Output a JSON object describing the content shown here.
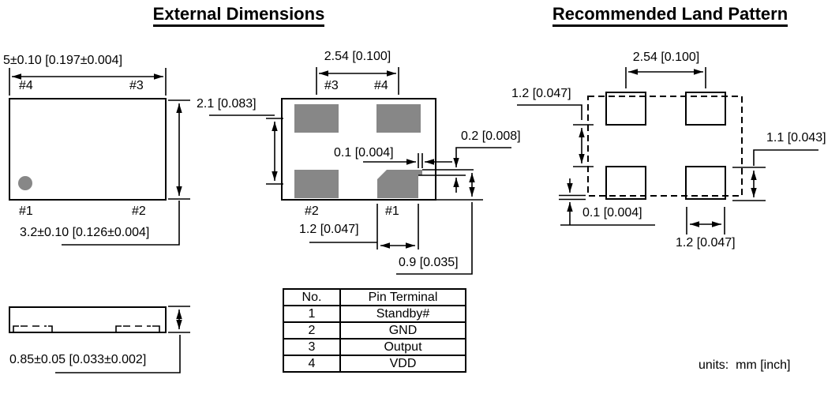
{
  "titles": {
    "external": "External Dimensions",
    "land_pattern": "Recommended Land Pattern"
  },
  "top_view": {
    "body_width": "5±0.10 [0.197±0.004]",
    "body_height": "3.2±0.10 [0.126±0.004]",
    "pin_top_left": "#4",
    "pin_top_right": "#3",
    "pin_bottom_left": "#1",
    "pin_bottom_right": "#2"
  },
  "side_view": {
    "body_thickness": "0.85±0.05 [0.033±0.002]"
  },
  "bottom_view": {
    "pad_pitch_x": "2.54 [0.100]",
    "pad_pitch_y": "2.1 [0.083]",
    "pad_edge_gap": "0.1 [0.004]",
    "pad_step": "0.2 [0.008]",
    "pad_width": "1.2 [0.047]",
    "pad_height": "0.9 [0.035]",
    "pin_top_left": "#3",
    "pin_top_right": "#4",
    "pin_bottom_left": "#2",
    "pin_bottom_right": "#1"
  },
  "land_pattern": {
    "pad_pitch_x": "2.54 [0.100]",
    "pad_gap_y": "1.2 [0.047]",
    "pad_height": "1.1 [0.043]",
    "pad_overhang": "0.1 [0.004]",
    "pad_width": "1.2 [0.047]"
  },
  "pin_table": {
    "headers": [
      "No.",
      "Pin Terminal"
    ],
    "rows": [
      [
        "1",
        "Standby#"
      ],
      [
        "2",
        "GND"
      ],
      [
        "3",
        "Output"
      ],
      [
        "4",
        "VDD"
      ]
    ]
  },
  "units_note": "units:  mm [inch]",
  "colors": {
    "pad_fill": "#878787",
    "line": "#000000",
    "background": "#ffffff"
  }
}
